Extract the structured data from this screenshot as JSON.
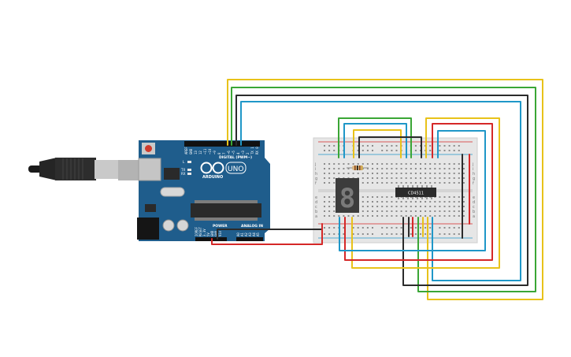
{
  "arduino": {
    "brand_text": "ARDUINO",
    "model_text": "UNO",
    "digital_header_label": "DIGITAL (PWM~)",
    "power_label": "POWER",
    "analog_label": "ANALOG IN",
    "led_labels": [
      "L",
      "TX",
      "RX"
    ],
    "digital_pins": [
      "AREF",
      "GND",
      "13",
      "12",
      "~11",
      "~10",
      "~9",
      "8",
      "7",
      "~6",
      "~5",
      "4",
      "~3",
      "2",
      "TX 1",
      "RX 0"
    ],
    "power_pins": [
      "IOREF",
      "RESET",
      "3.3V",
      "5V",
      "GND",
      "GND",
      "Vin"
    ],
    "analog_pins": [
      "A0",
      "A1",
      "A2",
      "A3",
      "A4",
      "A5"
    ]
  },
  "components": {
    "decoder_chip_label": "CD4511",
    "display_digit": "8"
  },
  "breadboard": {
    "row_letters_top": [
      "j",
      "i",
      "h",
      "g",
      "f"
    ],
    "row_letters_bottom": [
      "e",
      "d",
      "c",
      "b",
      "a"
    ]
  },
  "colors": {
    "board": "#1f5d8c",
    "breadboard": "#e6e6e6",
    "wire_yellow": "#e8c21a",
    "wire_green": "#3aa635",
    "wire_black": "#2b2b2b",
    "wire_blue": "#1f97c8",
    "wire_red": "#d52828"
  }
}
